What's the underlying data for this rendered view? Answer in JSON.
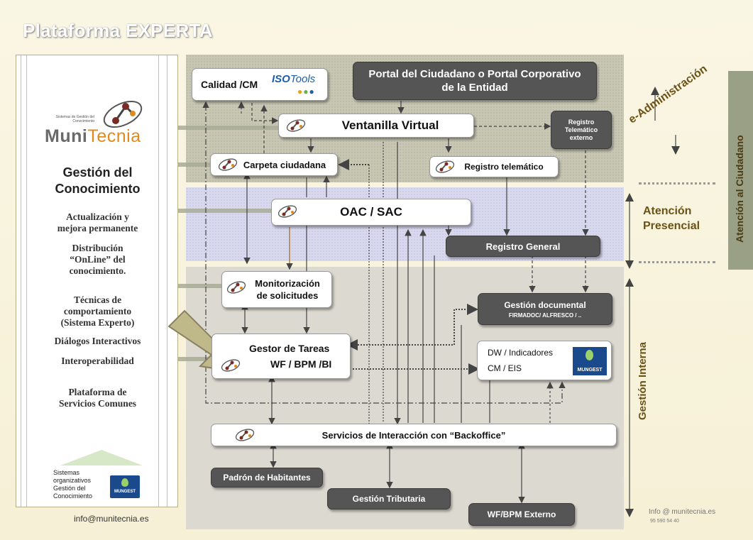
{
  "title": "Plataforma EXPERTA",
  "left_panel": {
    "logo_small_text": "Sistemas de Gestión del Conocimiento",
    "logo_name_main": "Muni",
    "logo_name_accent": "Tecnia",
    "heading_line1": "Gestión del",
    "heading_line2": "Conocimiento",
    "items": [
      {
        "line1": "Actualización y",
        "line2": "mejora permanente"
      },
      {
        "line1": "Distribución",
        "line2": "“OnLine” del",
        "line3": "conocimiento."
      },
      {
        "line1": "Técnicas de",
        "line2": "comportamiento",
        "line3": "(Sistema  Experto)"
      },
      {
        "line1": "Diálogos Interactivos"
      },
      {
        "line1": "Interoperabilidad"
      },
      {
        "line1": "Plataforma de",
        "line2": "Servicios Comunes"
      }
    ],
    "footer_line1": "Sistemas",
    "footer_line2": "organizativos",
    "footer_line3": "Gestión del",
    "footer_line4": "Conocimiento",
    "mungest_label": "MUNGEST",
    "email": "info@munitecnia.es"
  },
  "boxes": {
    "calidad_label": "Calidad /CM",
    "isotools_iso": "ISO",
    "isotools_tools": "Tools",
    "portal_line1": "Portal del Ciudadano o Portal Corporativo",
    "portal_line2": "de la Entidad",
    "ventanilla": "Ventanilla Virtual",
    "registro_ext_line1": "Registro",
    "registro_ext_line2": "Telemático",
    "registro_ext_line3": "externo",
    "carpeta": "Carpeta ciudadana",
    "registro_tel": "Registro telemático",
    "oac": "OAC / SAC",
    "registro_general": "Registro General",
    "monitor_line1": "Monitorización",
    "monitor_line2": "de solicitudes",
    "gestion_doc_line1": "Gestión documental",
    "gestion_doc_line2": "FIRMADOC/ ALFRESCO / ..",
    "gestor_line1": "Gestor de Tareas",
    "gestor_line2": "WF / BPM /BI",
    "dw_line1": "DW / Indicadores",
    "dw_line2": "CM / EIS",
    "dw_mungest": "MUNGEST",
    "servicios": "Servicios  de Interacción con “Backoffice”",
    "padron": "Padrón de Habitantes",
    "tributaria": "Gestión Tributaria",
    "wf_externo": "WF/BPM  Externo"
  },
  "side": {
    "e_admin": "e-Administración",
    "atencion_ciudadano": "Atención al Ciudadano",
    "presencial_line1": "Atención",
    "presencial_line2": "Presencial",
    "gestion_interna": "Gestión Interna",
    "contact_email": "Info @ munitecnia.es",
    "contact_phone": "95 590 54 40"
  },
  "colors": {
    "zone_top": "#c9c8b6",
    "zone_mid": "#d9d9ef",
    "zone_bottom": "#dcdad2",
    "dark_box": "#555555",
    "accent_brown": "#6b5216",
    "side_bar": "#9aa086",
    "logo_orange": "#e08a1e"
  },
  "icons": [
    "minitecnia-logo-icon",
    "node-network-icon",
    "arrow-pointer-icon",
    "mungest-logo-icon",
    "isotools-dots-icon"
  ]
}
